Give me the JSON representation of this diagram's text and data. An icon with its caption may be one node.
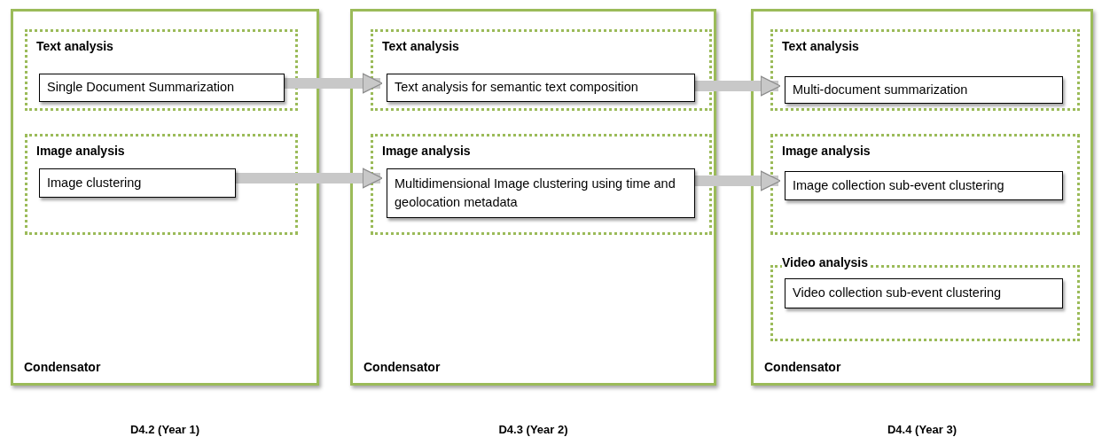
{
  "diagram": {
    "nodes": [
      {
        "text": [
          "Condensator"
        ],
        "beside": [
          "D4.2 (Year 1)"
        ]
      },
      {
        "text": [
          "Text analysis"
        ],
        "in": 0
      },
      {
        "text": [
          "Single Document Summarization"
        ],
        "in": 1
      },
      {
        "text": [
          "Image analysis"
        ],
        "in": 0
      },
      {
        "text": [
          "Image clustering"
        ],
        "in": 3
      },
      {
        "text": [
          "Condensator"
        ],
        "beside": [
          "D4.3 (Year 2)"
        ]
      },
      {
        "text": [
          "Text analysis"
        ],
        "in": 5
      },
      {
        "text": [
          "Text analysis for semantic text composition"
        ],
        "in": 6
      },
      {
        "text": [
          "Image analysis"
        ],
        "in": 5
      },
      {
        "text": [
          "Multidimensional Image clustering using time and geolocation metadata"
        ],
        "in": 8
      },
      {
        "text": [
          "Condensator"
        ],
        "beside": [
          "D4.4 (Year 3)"
        ]
      },
      {
        "text": [
          "Text analysis"
        ],
        "in": 10
      },
      {
        "text": [
          "Multi-document summarization"
        ],
        "in": 11
      },
      {
        "text": [
          "Image analysis"
        ],
        "in": 10
      },
      {
        "text": [
          "Image collection sub-event clustering"
        ],
        "in": 13
      },
      {
        "text": [
          "Video analysis"
        ],
        "in": 10
      },
      {
        "text": [
          "Video collection sub-event clustering"
        ],
        "in": 15
      }
    ],
    "edges": [
      {
        "from": 2,
        "to": 7,
        "arrow": "to"
      },
      {
        "from": 4,
        "to": 9,
        "arrow": "to"
      },
      {
        "from": 7,
        "to": 12,
        "arrow": "to"
      },
      {
        "from": 9,
        "to": 14,
        "arrow": "to"
      }
    ]
  }
}
